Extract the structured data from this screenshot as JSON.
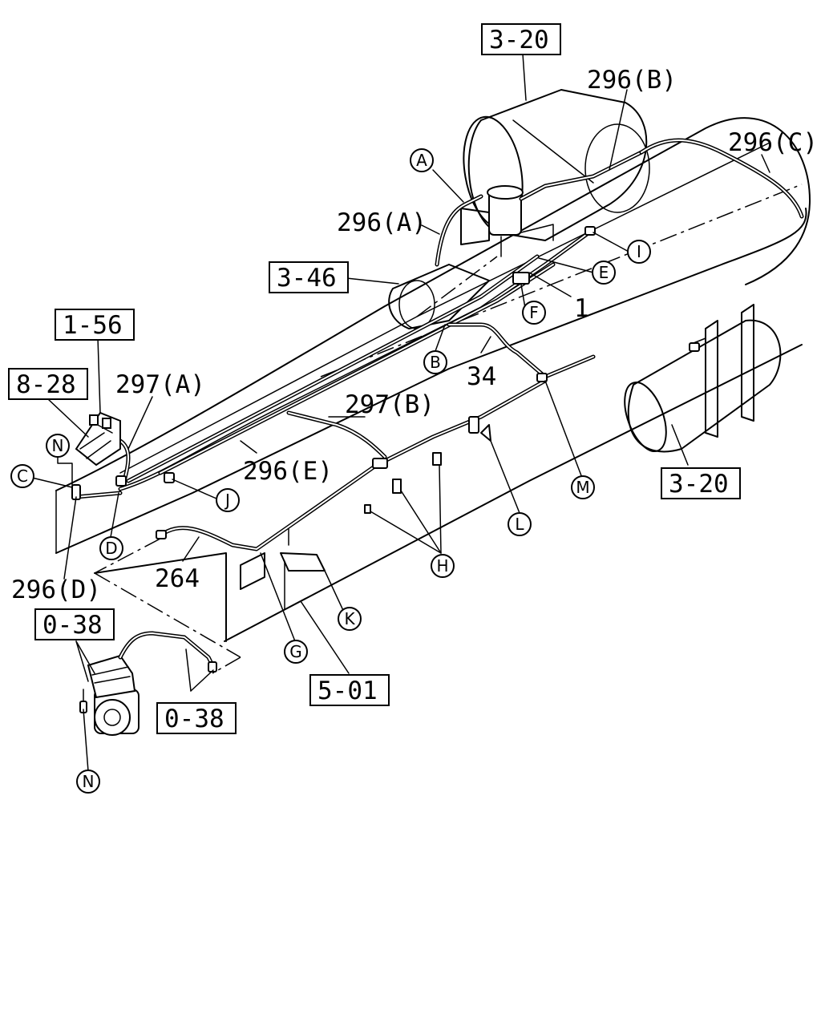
{
  "ref_boxes": {
    "b3_20_top": "3-20",
    "b3_46": "3-46",
    "b1_56": "1-56",
    "b8_28": "8-28",
    "b3_20_right": "3-20",
    "b0_38_left": "0-38",
    "b5_01": "5-01",
    "b0_38_bottom": "0-38"
  },
  "part_labels": {
    "p296B": "296(B)",
    "p296C": "296(C)",
    "p296A": "296(A)",
    "p1": "1",
    "p34": "34",
    "p297A": "297(A)",
    "p297B": "297(B)",
    "p296E": "296(E)",
    "p264": "264",
    "p296D": "296(D)"
  },
  "callouts": {
    "A": "A",
    "B": "B",
    "C": "C",
    "D": "D",
    "E": "E",
    "F": "F",
    "G": "G",
    "H": "H",
    "I": "I",
    "J": "J",
    "K": "K",
    "L": "L",
    "M": "M",
    "N_top": "N",
    "N_bottom": "N"
  }
}
